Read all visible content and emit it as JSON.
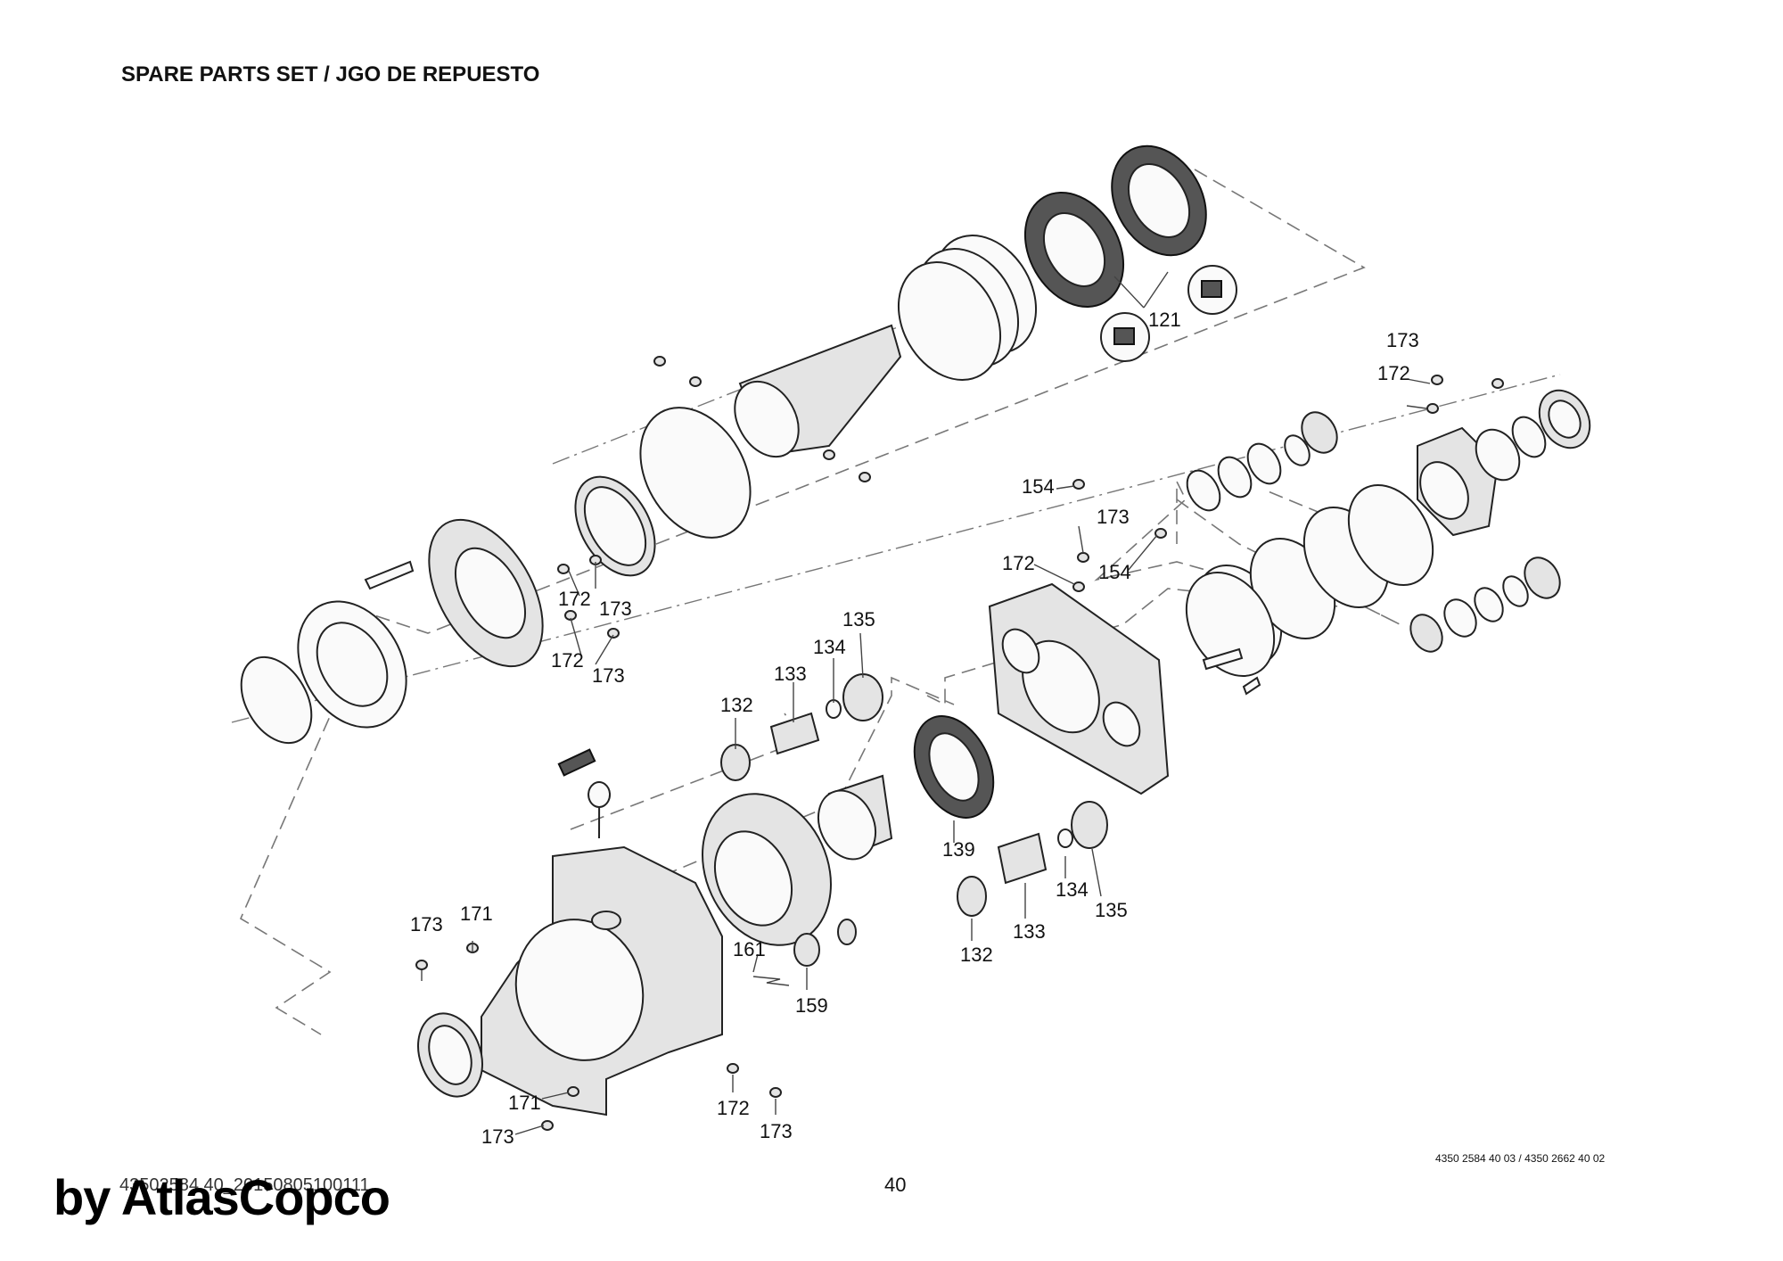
{
  "title": "SPARE PARTS SET / JGO DE REPUESTO",
  "callouts": {
    "c121": "121",
    "c173a": "173",
    "c172a": "172",
    "c154a": "154",
    "c173b": "173",
    "c172b": "172",
    "c154b": "154",
    "c172c": "172",
    "c173c": "173",
    "c172d": "172",
    "c173d": "173",
    "c135a": "135",
    "c134a": "134",
    "c133a": "133",
    "c132a": "132",
    "c139": "139",
    "c134b": "134",
    "c135b": "135",
    "c133b": "133",
    "c132b": "132",
    "c173e": "173",
    "c171a": "171",
    "c161": "161",
    "c159": "159",
    "c171b": "171",
    "c173f": "173",
    "c172e": "172",
    "c173g": "173"
  },
  "footer": {
    "part_numbers": "4350 2584 40 03 / 4350 2662 40 02",
    "page_number": "40",
    "document_id": "43502584 40_20150805100111",
    "watermark": "by AtlasCopco"
  }
}
